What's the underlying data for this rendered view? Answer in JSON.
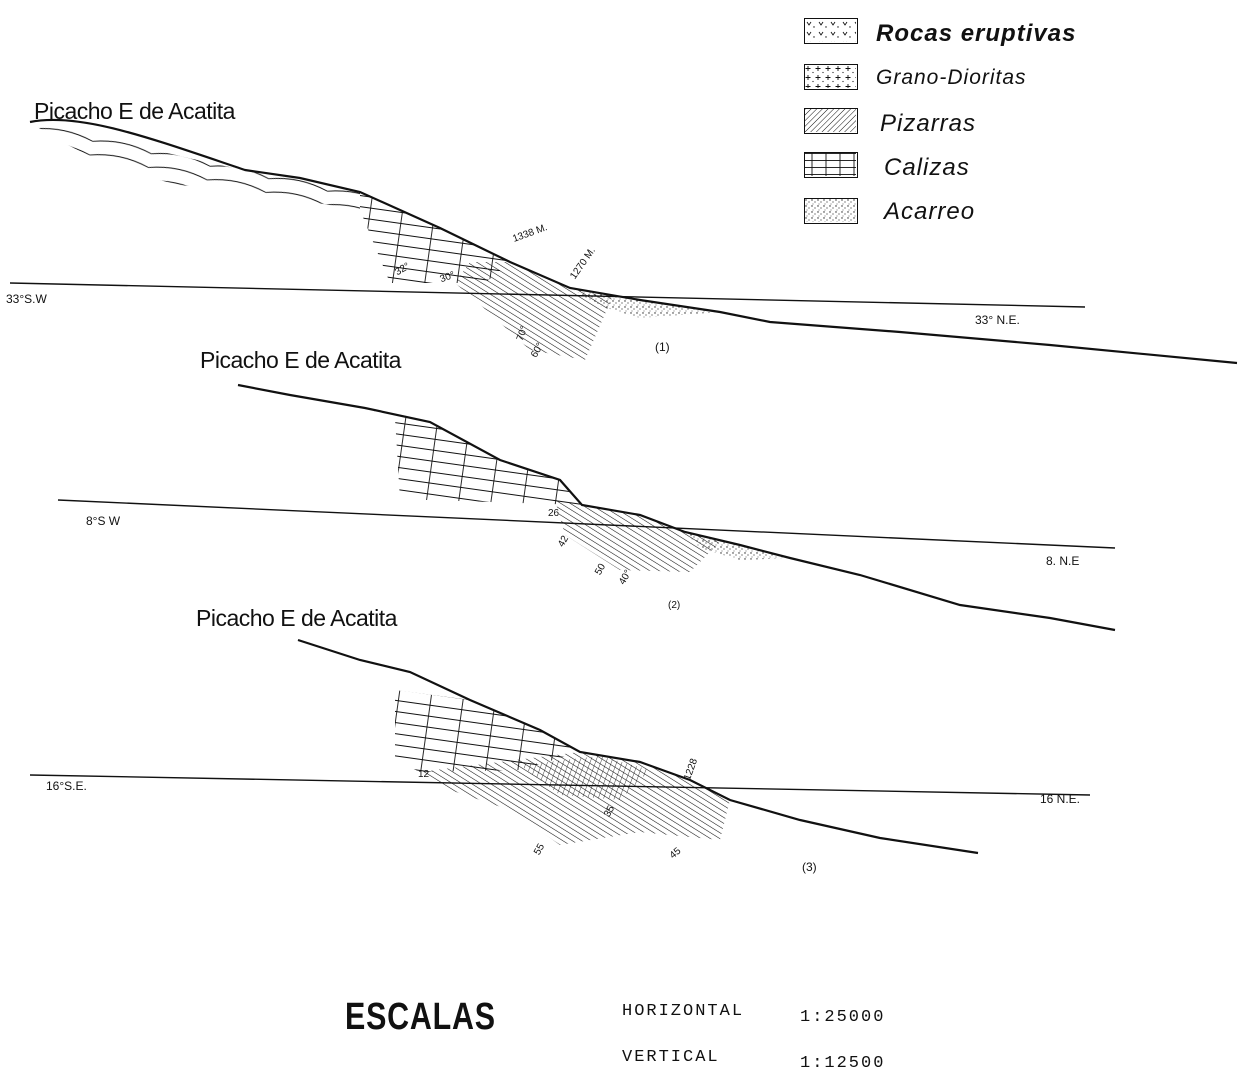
{
  "legend": [
    {
      "label": "Rocas eruptivas",
      "pattern": "eruptive"
    },
    {
      "label": "Grano-Dioritas",
      "pattern": "granodiorite"
    },
    {
      "label": "Pizarras",
      "pattern": "slate"
    },
    {
      "label": "Calizas",
      "pattern": "limestone"
    },
    {
      "label": "Acarreo",
      "pattern": "alluvium"
    }
  ],
  "sections": [
    {
      "number": "(1)",
      "title": "Picacho E de Acatita",
      "left_direction": "33°S.W",
      "right_direction": "33° N.E.",
      "elevations": [
        "1338 M.",
        "1270 M."
      ],
      "dips": [
        "32°",
        "30°",
        "70°",
        "60°"
      ]
    },
    {
      "number": "(2)",
      "title": "Picacho E de Acatita",
      "left_direction": "8°S W",
      "right_direction": "8. N.E",
      "elevations": [],
      "dips": [
        "26",
        "42",
        "50",
        "40°"
      ]
    },
    {
      "number": "(3)",
      "title": "Picacho E de Acatita",
      "left_direction": "16°S.E.",
      "right_direction": "16 N.E.",
      "elevations": [
        "1228"
      ],
      "dips": [
        "12",
        "35",
        "55",
        "45"
      ]
    }
  ],
  "scales": {
    "title": "ESCALAS",
    "horizontal_label": "HORIZONTAL",
    "horizontal_value": "1:25000",
    "vertical_label": "VERTICAL",
    "vertical_value": "1:12500"
  },
  "colors": {
    "ink": "#111111",
    "paper": "#ffffff"
  }
}
